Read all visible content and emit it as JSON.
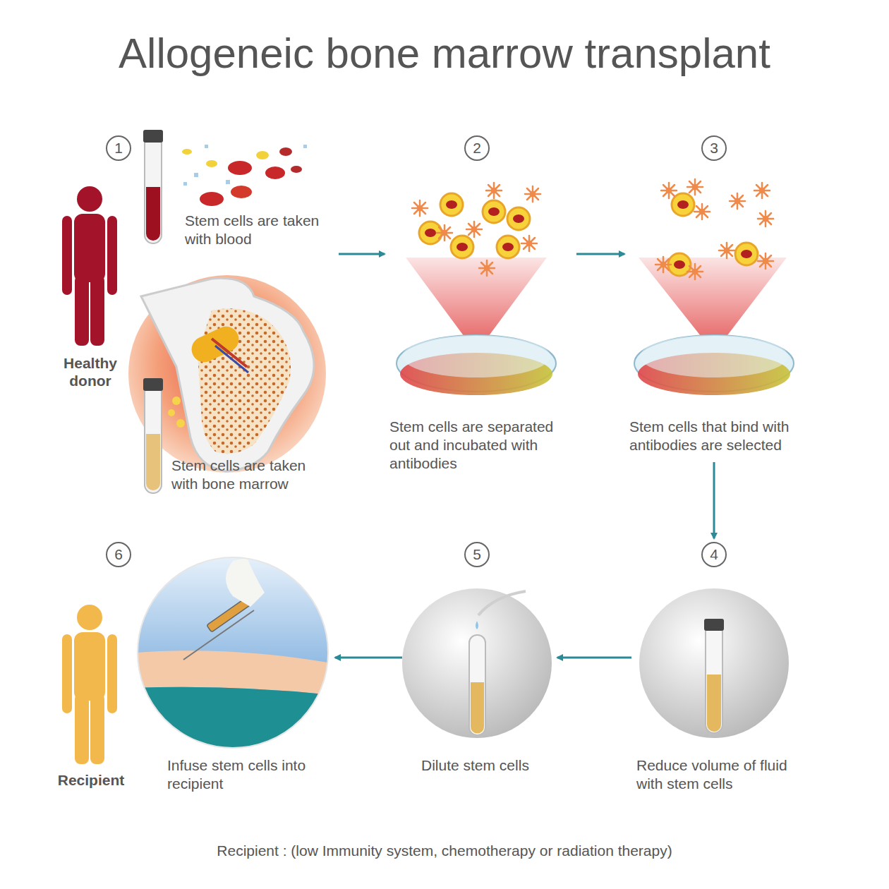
{
  "diagram": {
    "title": "Allogeneic bone marrow transplant",
    "caption": "Recipient : (low Immunity system, chemotherapy or radiation therapy)",
    "nodes": [
      {
        "text": [
          "1",
          "Stem cells are taken with blood",
          "Stem cells are taken with bone marrow"
        ]
      },
      {
        "text": [
          "2",
          "Stem cells are separated out and incubated with antibodies"
        ]
      },
      {
        "text": [
          "3",
          "Stem cells that bind with antibodies are selected"
        ]
      },
      {
        "text": [
          "4",
          "Reduce volume of fluid with stem cells"
        ]
      },
      {
        "text": [
          "5",
          "Dilute stem cells"
        ]
      },
      {
        "text": [
          "6",
          "Infuse stem cells into recipient"
        ]
      }
    ],
    "edges": [
      {
        "from": 0,
        "to": 1,
        "arrow": "to"
      },
      {
        "from": 1,
        "to": 2,
        "arrow": "to"
      },
      {
        "from": 2,
        "to": 3,
        "arrow": "to"
      },
      {
        "from": 3,
        "to": 4,
        "arrow": "to"
      },
      {
        "from": 4,
        "to": 5,
        "arrow": "to"
      }
    ],
    "labels": [
      "Healthy donor",
      "Recipient"
    ]
  }
}
